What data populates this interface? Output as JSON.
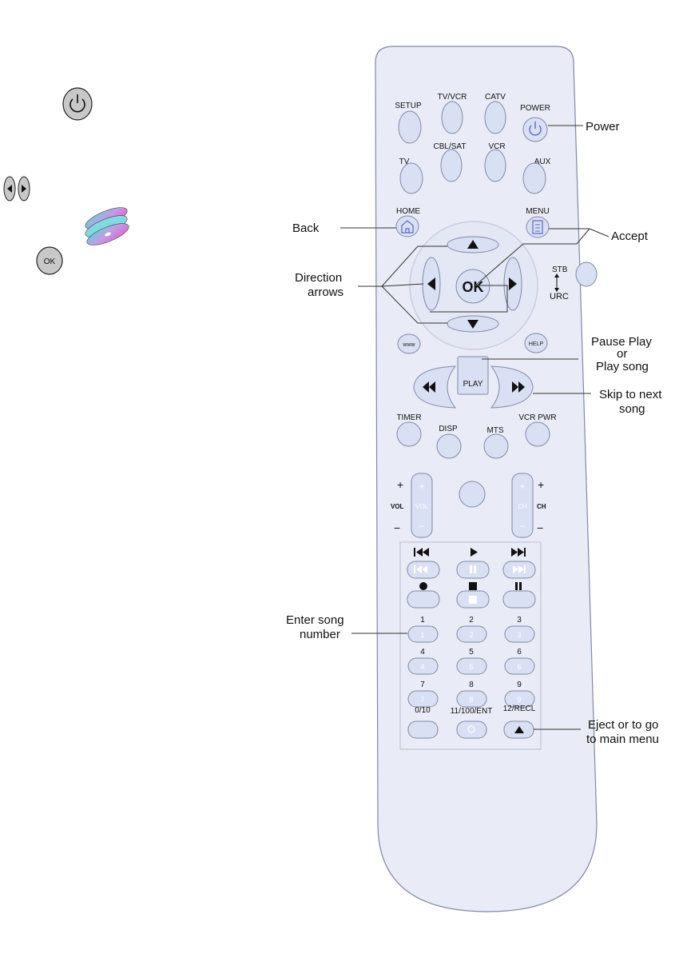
{
  "labels": {
    "setup": "SETUP",
    "tv_vcr": "TV/VCR",
    "catv": "CATV",
    "power": "POWER",
    "tv": "TV",
    "cbl_sat": "CBL/SAT",
    "vcr": "VCR",
    "aux": "AUX",
    "home": "HOME",
    "menu": "MENU",
    "stb": "STB",
    "urc": "URC",
    "ok": "OK",
    "www": "www",
    "help": "HELP",
    "play": "PLAY",
    "timer": "TIMER",
    "disp": "DISP",
    "mts": "MTS",
    "vcr_pwr": "VCR PWR",
    "vol": "VOL",
    "ch": "CH",
    "plus": "+",
    "minus": "−",
    "digits": [
      "1",
      "2",
      "3",
      "4",
      "5",
      "6",
      "7",
      "8",
      "9"
    ],
    "zero_ten": "0/10",
    "eleven_ent": "11/100/ENT",
    "twelve_recl": "12/RECL"
  },
  "callouts": {
    "power": "Power",
    "back": "Back",
    "accept": "Accept",
    "direction": [
      "Direction",
      "arrows"
    ],
    "pause_play": [
      "Pause Play",
      "or",
      "Play song"
    ],
    "skip": [
      "Skip to next",
      "song"
    ],
    "enter_song": [
      "Enter song",
      "number"
    ],
    "eject": [
      "Eject or to go",
      "to main menu"
    ]
  },
  "legend_icons": [
    "power-icon",
    "left-right-arrows-icon",
    "discs-icon",
    "ok-icon"
  ],
  "colors": {
    "remote_body": "#e9ecf6",
    "button_fill": "#d9e0f3",
    "outline": "#8088a6"
  }
}
